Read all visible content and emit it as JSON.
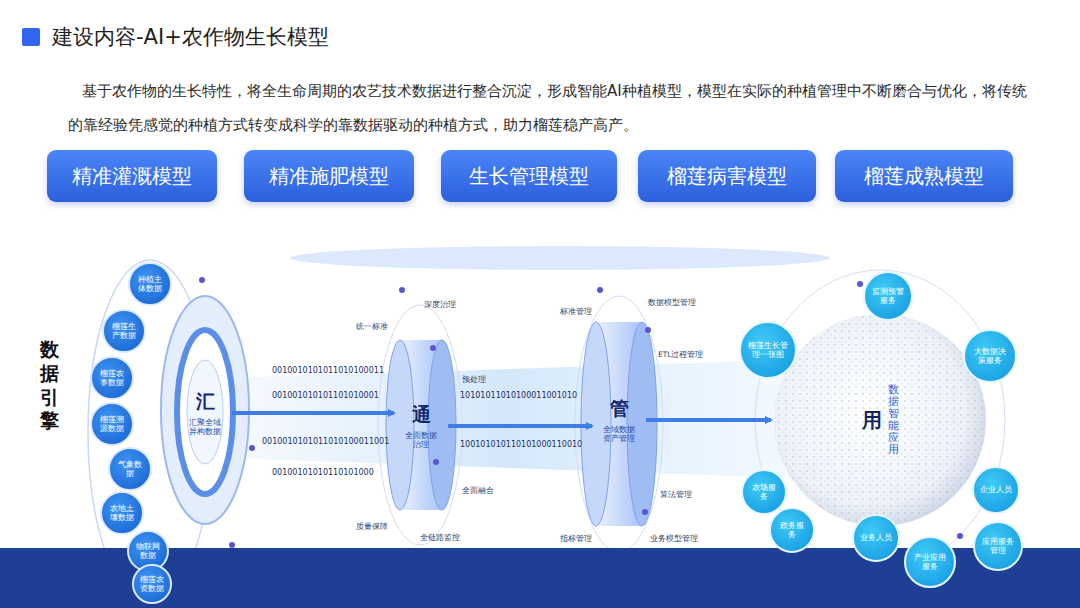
{
  "diagram": {
    "title": "建设内容-AI+农作物生长模型",
    "nodes": [
      {
        "text": [
          "精准灌溉模型"
        ]
      },
      {
        "text": [
          "精准施肥模型"
        ]
      },
      {
        "text": [
          "生长管理模型"
        ]
      },
      {
        "text": [
          "榴莲病害模型"
        ]
      },
      {
        "text": [
          "榴莲成熟模型"
        ]
      },
      {
        "text": [
          "种植主体数据"
        ]
      },
      {
        "text": [
          "榴莲生产数据"
        ]
      },
      {
        "text": [
          "榴莲农事数据"
        ]
      },
      {
        "text": [
          "榴莲溯源数据"
        ]
      },
      {
        "text": [
          "气象数据"
        ]
      },
      {
        "text": [
          "农地土壤数据"
        ]
      },
      {
        "text": [
          "物联网数据"
        ]
      },
      {
        "text": [
          "榴莲农资数据"
        ]
      },
      {
        "text": [
          "汇",
          "汇聚全域异构数据"
        ]
      },
      {
        "text": [
          "通",
          "全面数据治理"
        ]
      },
      {
        "text": [
          "管",
          "全域数据资产管理"
        ]
      },
      {
        "text": [
          "用",
          "数据智能应用"
        ]
      },
      {
        "text": [
          "榴莲生长管理一张图"
        ]
      },
      {
        "text": [
          "监测预警服务"
        ]
      },
      {
        "text": [
          "大数据决策服务"
        ]
      },
      {
        "text": [
          "农场服务"
        ]
      },
      {
        "text": [
          "政务服务"
        ]
      },
      {
        "text": [
          "业务人员"
        ]
      },
      {
        "text": [
          "产业应用服务"
        ]
      },
      {
        "text": [
          "企业人员"
        ]
      },
      {
        "text": [
          "应用服务管理"
        ]
      }
    ],
    "edges": [
      {
        "from": 13,
        "to": 14,
        "arrow": "to"
      },
      {
        "from": 14,
        "to": 15,
        "arrow": "to"
      },
      {
        "from": 15,
        "to": 16,
        "arrow": "to"
      }
    ],
    "labels": [
      "基于农作物的生长特性，将全生命周期的农艺技术数据进行整合沉淀，形成智能AI种植模型，模型在实际的种植管理中不断磨合与优化，将传统的靠经验凭感觉的种植方式转变成科学的靠数据驱动的种植方式，助力榴莲稳产高产。",
      "数据引擎",
      "0010010101011010100011",
      "001001010101101010001",
      "0010010101011010100011001",
      "00100101010110101000",
      "10101011010100011001010",
      "100101010110101000110010",
      "深度治理",
      "统一标准",
      "预处理",
      "全面融合",
      "质量保障",
      "全链路监控",
      "数据模型管理",
      "标准管理",
      "ETL过程管理",
      "算法管理",
      "指标管理",
      "业务模型管理"
    ]
  }
}
